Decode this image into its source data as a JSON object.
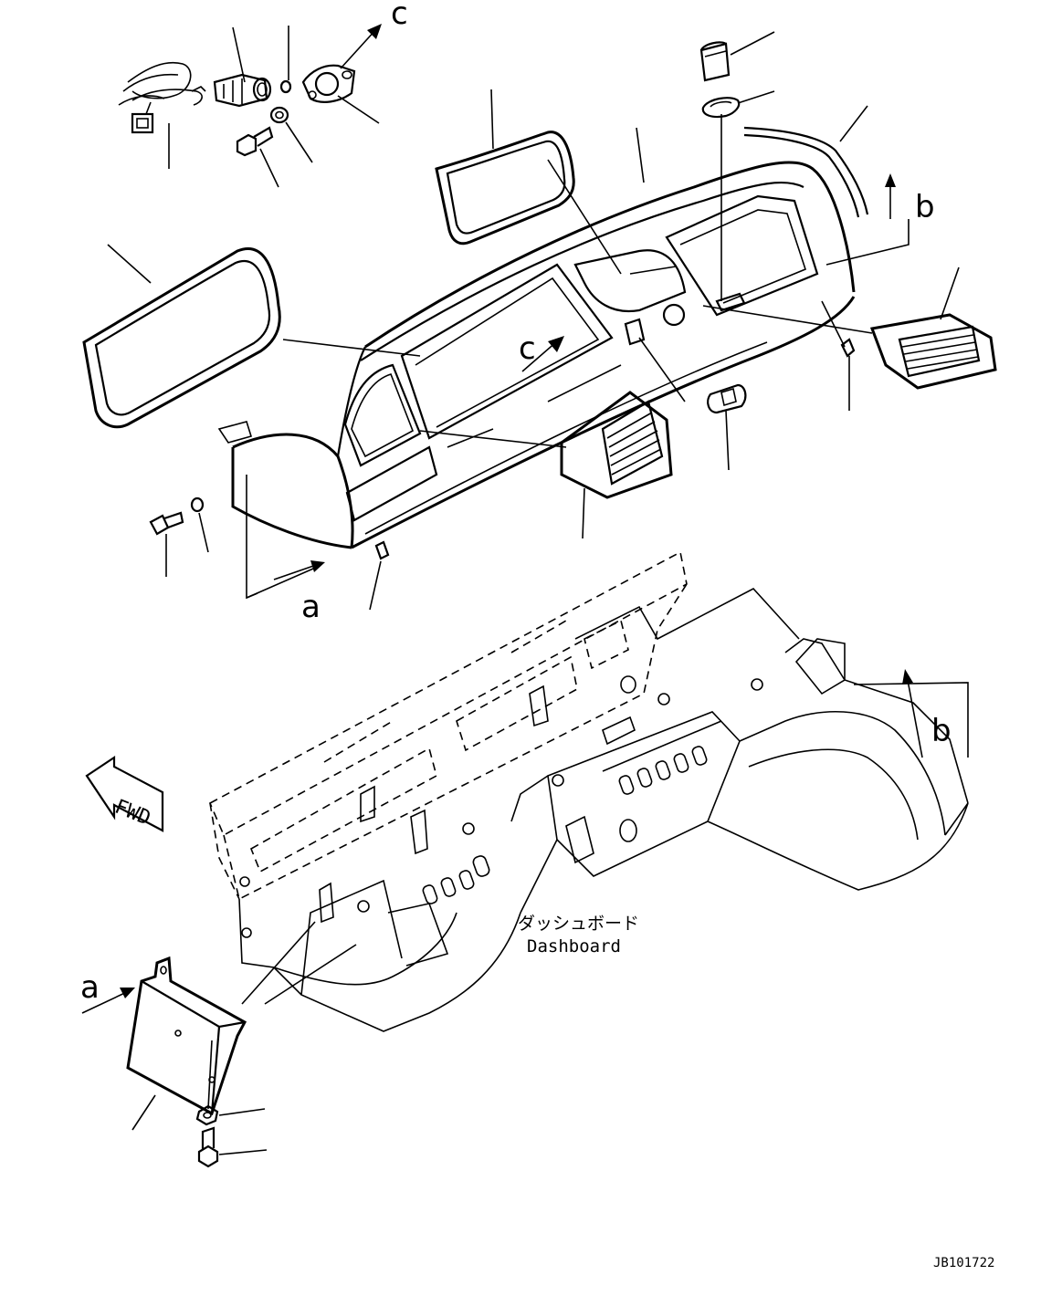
{
  "diagram": {
    "callouts": {
      "a_top": "a",
      "a_bottom": "a",
      "b_top": "b",
      "b_bottom": "b",
      "c_top": "c",
      "c_mid": "c"
    },
    "fwd_label": "FWD",
    "dashboard_label_jp": "ダッシュボード",
    "dashboard_label_en": "Dashboard",
    "drawing_id": "JB101722"
  }
}
